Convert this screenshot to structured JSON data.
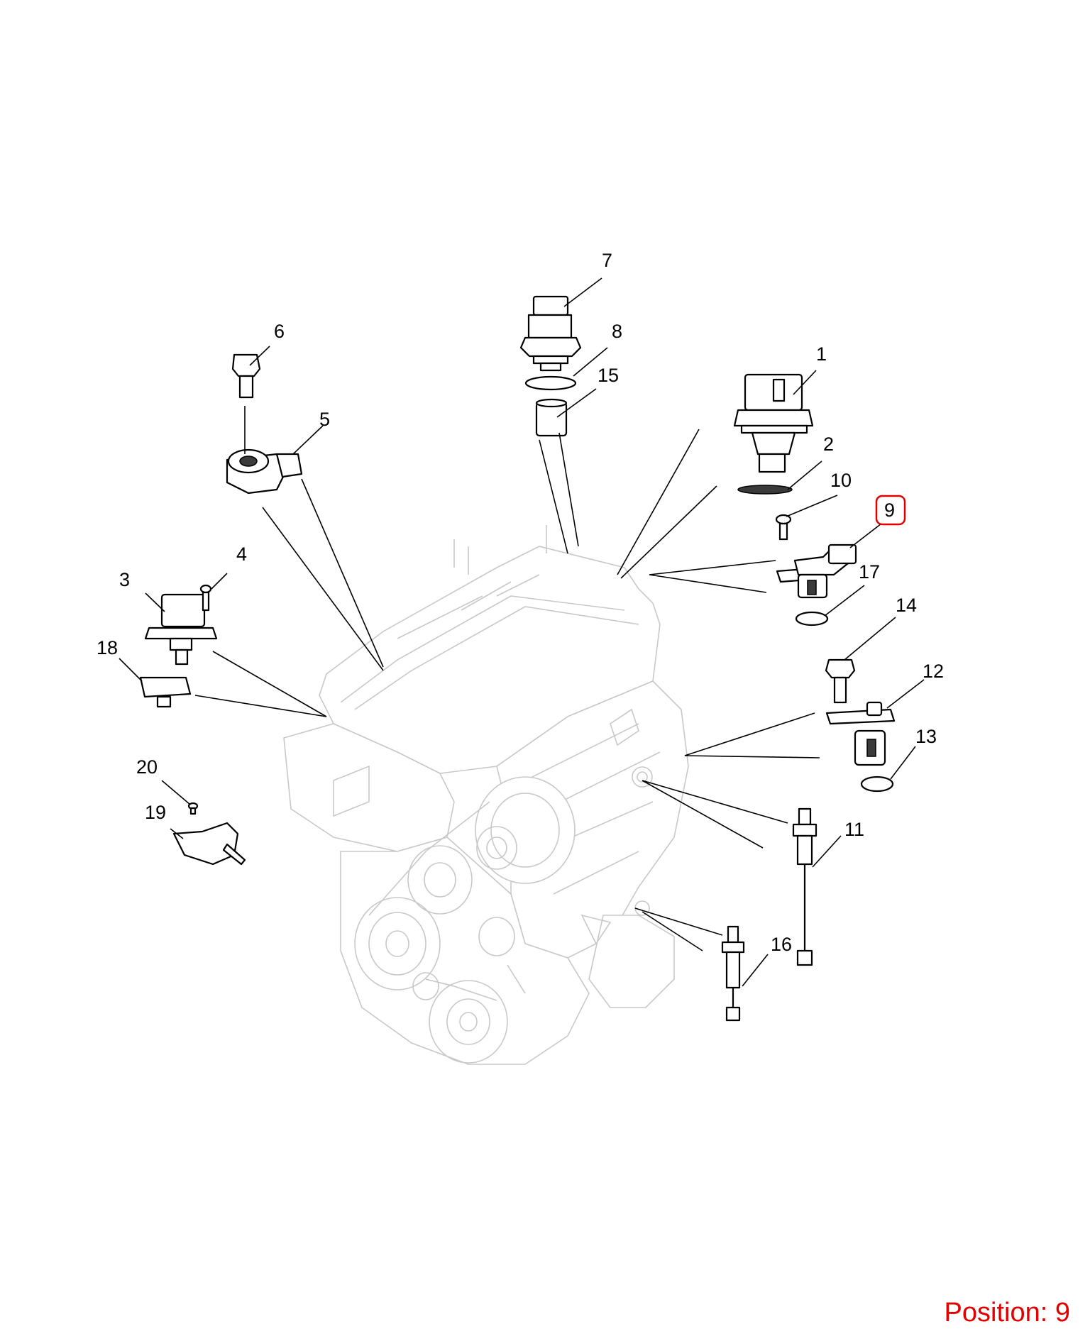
{
  "callouts": [
    "1",
    "2",
    "3",
    "4",
    "5",
    "6",
    "7",
    "8",
    "9",
    "10",
    "11",
    "12",
    "13",
    "14",
    "15",
    "16",
    "17",
    "18",
    "19",
    "20"
  ],
  "highlighted": "9",
  "position_label": "Position: 9",
  "colors": {
    "highlight": "#e00000",
    "engine": "#c8c8c8",
    "line": "#000000"
  }
}
